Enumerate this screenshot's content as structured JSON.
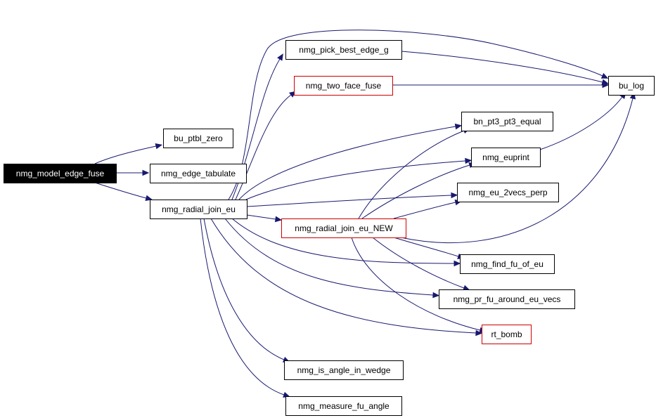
{
  "graph": {
    "nodes": [
      {
        "id": "nmg_model_edge_fuse",
        "label": "nmg_model_edge_fuse",
        "style": "root"
      },
      {
        "id": "bu_ptbl_zero",
        "label": "bu_ptbl_zero",
        "style": "normal"
      },
      {
        "id": "nmg_edge_tabulate",
        "label": "nmg_edge_tabulate",
        "style": "normal"
      },
      {
        "id": "nmg_radial_join_eu",
        "label": "nmg_radial_join_eu",
        "style": "normal"
      },
      {
        "id": "nmg_pick_best_edge_g",
        "label": "nmg_pick_best_edge_g",
        "style": "normal"
      },
      {
        "id": "nmg_two_face_fuse",
        "label": "nmg_two_face_fuse",
        "style": "truncated"
      },
      {
        "id": "bu_log",
        "label": "bu_log",
        "style": "normal"
      },
      {
        "id": "bn_pt3_pt3_equal",
        "label": "bn_pt3_pt3_equal",
        "style": "normal"
      },
      {
        "id": "nmg_euprint",
        "label": "nmg_euprint",
        "style": "normal"
      },
      {
        "id": "nmg_eu_2vecs_perp",
        "label": "nmg_eu_2vecs_perp",
        "style": "normal"
      },
      {
        "id": "nmg_radial_join_eu_NEW",
        "label": "nmg_radial_join_eu_NEW",
        "style": "truncated"
      },
      {
        "id": "nmg_find_fu_of_eu",
        "label": "nmg_find_fu_of_eu",
        "style": "normal"
      },
      {
        "id": "nmg_pr_fu_around_eu_vecs",
        "label": "nmg_pr_fu_around_eu_vecs",
        "style": "normal"
      },
      {
        "id": "rt_bomb",
        "label": "rt_bomb",
        "style": "truncated"
      },
      {
        "id": "nmg_is_angle_in_wedge",
        "label": "nmg_is_angle_in_wedge",
        "style": "normal"
      },
      {
        "id": "nmg_measure_fu_angle",
        "label": "nmg_measure_fu_angle",
        "style": "normal"
      }
    ],
    "edges": [
      {
        "from": "nmg_model_edge_fuse",
        "to": "bu_ptbl_zero"
      },
      {
        "from": "nmg_model_edge_fuse",
        "to": "nmg_edge_tabulate"
      },
      {
        "from": "nmg_model_edge_fuse",
        "to": "nmg_radial_join_eu"
      },
      {
        "from": "nmg_radial_join_eu",
        "to": "bu_log"
      },
      {
        "from": "nmg_radial_join_eu",
        "to": "nmg_pick_best_edge_g"
      },
      {
        "from": "nmg_radial_join_eu",
        "to": "nmg_two_face_fuse"
      },
      {
        "from": "nmg_radial_join_eu",
        "to": "bn_pt3_pt3_equal"
      },
      {
        "from": "nmg_radial_join_eu",
        "to": "nmg_euprint"
      },
      {
        "from": "nmg_radial_join_eu",
        "to": "nmg_eu_2vecs_perp"
      },
      {
        "from": "nmg_radial_join_eu",
        "to": "nmg_radial_join_eu_NEW"
      },
      {
        "from": "nmg_radial_join_eu",
        "to": "nmg_find_fu_of_eu"
      },
      {
        "from": "nmg_radial_join_eu",
        "to": "nmg_pr_fu_around_eu_vecs"
      },
      {
        "from": "nmg_radial_join_eu",
        "to": "rt_bomb"
      },
      {
        "from": "nmg_radial_join_eu",
        "to": "nmg_is_angle_in_wedge"
      },
      {
        "from": "nmg_radial_join_eu",
        "to": "nmg_measure_fu_angle"
      },
      {
        "from": "nmg_pick_best_edge_g",
        "to": "bu_log"
      },
      {
        "from": "nmg_two_face_fuse",
        "to": "bu_log"
      },
      {
        "from": "nmg_euprint",
        "to": "bu_log"
      },
      {
        "from": "nmg_radial_join_eu_NEW",
        "to": "bu_log"
      },
      {
        "from": "nmg_radial_join_eu_NEW",
        "to": "bn_pt3_pt3_equal"
      },
      {
        "from": "nmg_radial_join_eu_NEW",
        "to": "nmg_euprint"
      },
      {
        "from": "nmg_radial_join_eu_NEW",
        "to": "nmg_eu_2vecs_perp"
      },
      {
        "from": "nmg_radial_join_eu_NEW",
        "to": "nmg_find_fu_of_eu"
      },
      {
        "from": "nmg_radial_join_eu_NEW",
        "to": "nmg_pr_fu_around_eu_vecs"
      },
      {
        "from": "nmg_radial_join_eu_NEW",
        "to": "rt_bomb"
      }
    ]
  },
  "colors": {
    "edge": "#191970",
    "root_fill": "#000000",
    "root_text": "#ffffff",
    "normal_border": "#000000",
    "truncated_border": "#cc0000",
    "node_fill": "#ffffff",
    "node_text": "#000000"
  }
}
